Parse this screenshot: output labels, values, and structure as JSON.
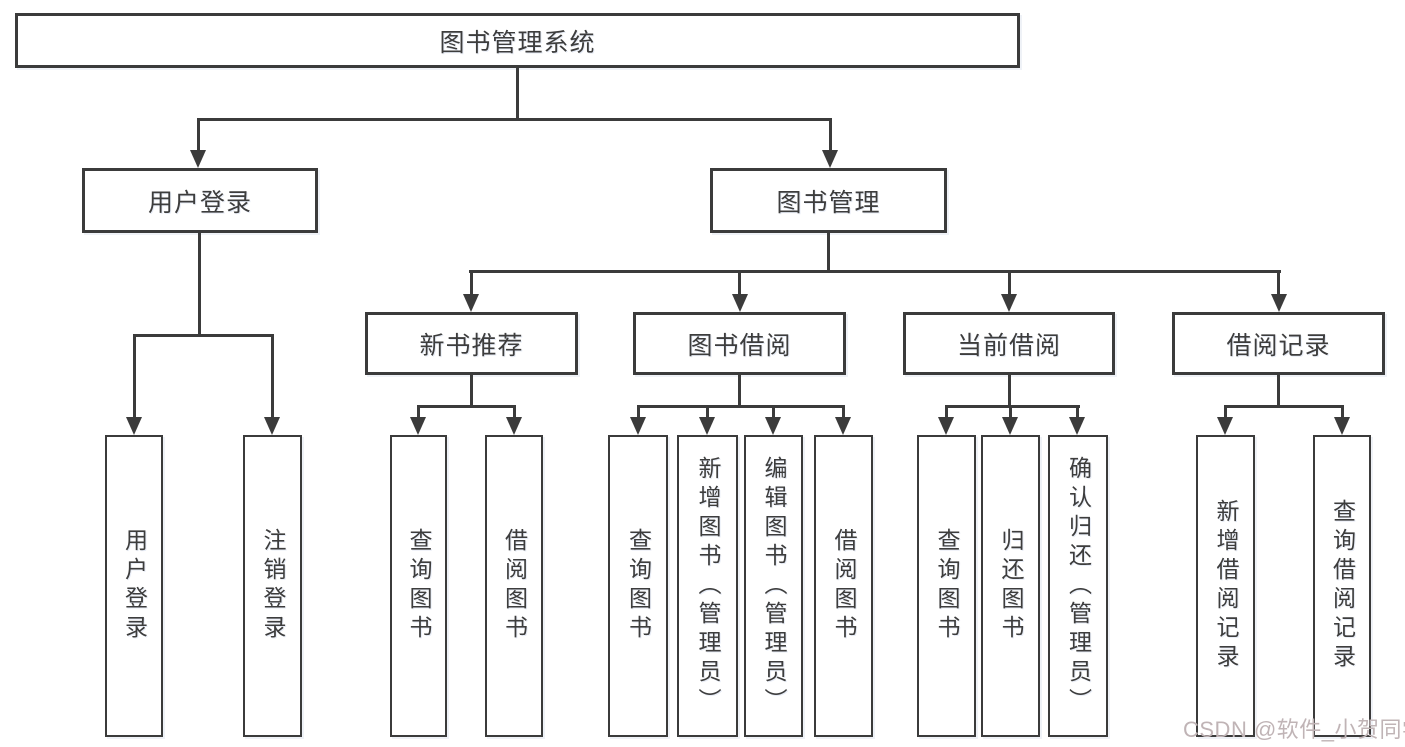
{
  "diagram_title": "图书管理系统",
  "watermark": "CSDN @软件_小贺同学",
  "colors": {
    "line": "#3b3b3b",
    "text": "#3d3d3d",
    "background": "#ffffff",
    "watermark": "#c0b4b6"
  },
  "nodes": {
    "root": {
      "label": "图书管理系统"
    },
    "level2": [
      {
        "id": "user-login",
        "label": "用户登录"
      },
      {
        "id": "book-management",
        "label": "图书管理"
      }
    ],
    "level3": [
      {
        "id": "new-book-recommend",
        "label": "新书推荐",
        "parent": "book-management"
      },
      {
        "id": "book-borrow",
        "label": "图书借阅",
        "parent": "book-management"
      },
      {
        "id": "current-borrow",
        "label": "当前借阅",
        "parent": "book-management"
      },
      {
        "id": "borrow-records",
        "label": "借阅记录",
        "parent": "book-management"
      }
    ],
    "level4": [
      {
        "id": "user-login-leaf",
        "label": "用户登录",
        "parent": "user-login"
      },
      {
        "id": "logout",
        "label": "注销登录",
        "parent": "user-login"
      },
      {
        "id": "query-books-recommend",
        "label": "查询图书",
        "parent": "new-book-recommend"
      },
      {
        "id": "borrow-books-recommend",
        "label": "借阅图书",
        "parent": "new-book-recommend"
      },
      {
        "id": "query-books-borrow",
        "label": "查询图书",
        "parent": "book-borrow"
      },
      {
        "id": "add-books-admin",
        "label": "新增图书（管理员）",
        "parent": "book-borrow"
      },
      {
        "id": "edit-books-admin",
        "label": "编辑图书（管理员）",
        "parent": "book-borrow"
      },
      {
        "id": "borrow-books",
        "label": "借阅图书",
        "parent": "book-borrow"
      },
      {
        "id": "query-books-current",
        "label": "查询图书",
        "parent": "current-borrow"
      },
      {
        "id": "return-books",
        "label": "归还图书",
        "parent": "current-borrow"
      },
      {
        "id": "confirm-return-admin",
        "label": "确认归还（管理员）",
        "parent": "current-borrow"
      },
      {
        "id": "add-borrow-record",
        "label": "新增借阅记录",
        "parent": "borrow-records"
      },
      {
        "id": "query-borrow-record",
        "label": "查询借阅记录",
        "parent": "borrow-records"
      }
    ]
  }
}
